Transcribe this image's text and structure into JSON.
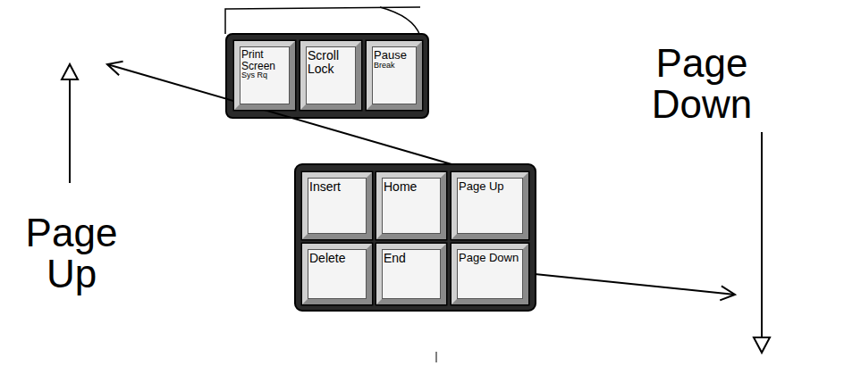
{
  "diagram": {
    "nodes": [
      {
        "text": [
          "Print Screen",
          "Sys Rq"
        ]
      },
      {
        "text": [
          "Scroll Lock"
        ]
      },
      {
        "text": [
          "Pause",
          "Break"
        ]
      },
      {
        "text": [
          "Insert"
        ]
      },
      {
        "text": [
          "Home"
        ]
      },
      {
        "text": [
          "Page Up"
        ]
      },
      {
        "text": [
          "Delete"
        ]
      },
      {
        "text": [
          "End"
        ]
      },
      {
        "text": [
          "Page Down"
        ]
      }
    ],
    "labels": [
      "Page Up",
      "Page Down"
    ]
  }
}
